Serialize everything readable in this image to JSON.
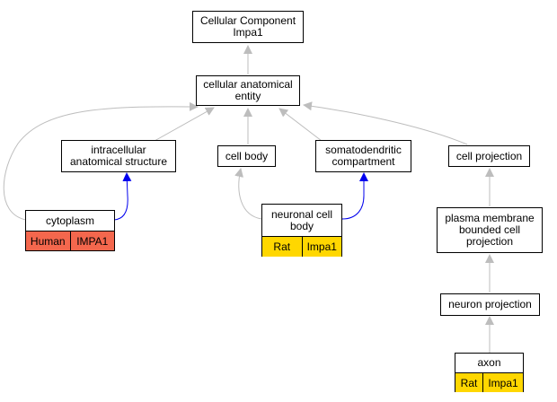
{
  "nodes": {
    "root": "Cellular Component\nImpa1",
    "cae": "cellular anatomical\nentity",
    "ias": "intracellular\nanatomical structure",
    "cell_body": "cell body",
    "somato": "somatodendritic\ncompartment",
    "cell_projection": "cell projection",
    "plasma": "plasma membrane\nbounded cell\nprojection",
    "neuron_projection": "neuron projection"
  },
  "annotated": {
    "cytoplasm": {
      "label": "cytoplasm",
      "species": "Human",
      "gene": "IMPA1",
      "color": "#f4674d"
    },
    "neuronal_cell_body": {
      "label": "neuronal cell\nbody",
      "species": "Rat",
      "gene": "Impa1",
      "color": "#ffd700"
    },
    "axon": {
      "label": "axon",
      "species": "Rat",
      "gene": "Impa1",
      "color": "#ffd700"
    }
  },
  "colors": {
    "is_a_edge": "#bdbdbd",
    "part_of_edge": "#0000ee"
  }
}
